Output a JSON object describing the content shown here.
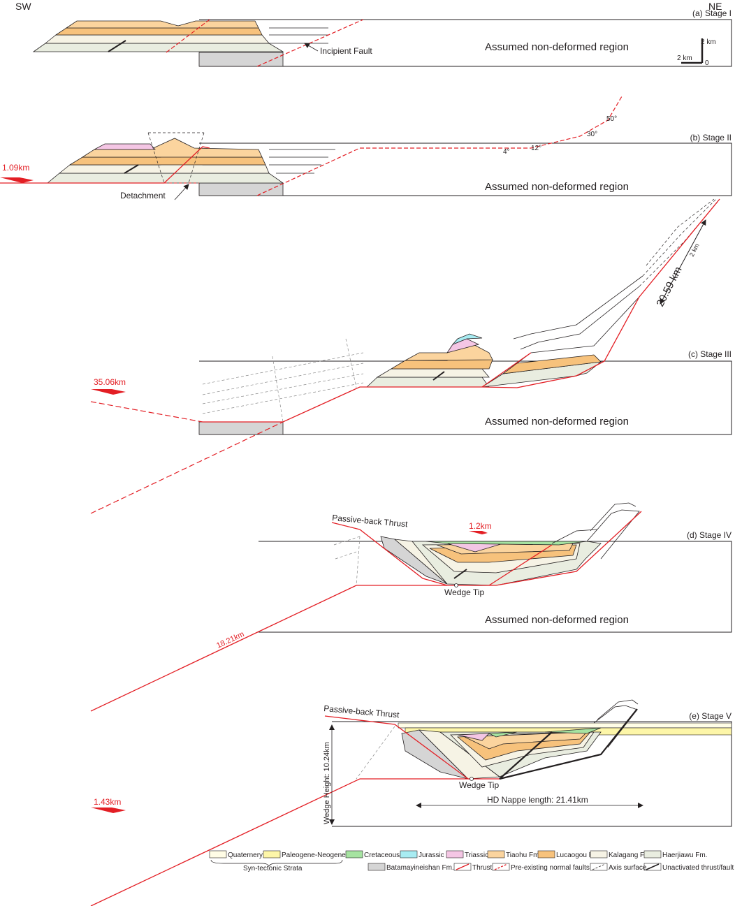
{
  "header": {
    "left": "SW",
    "right": "NE"
  },
  "stages": [
    {
      "label": "(a) Stage I",
      "region": "Assumed non-deformed region",
      "annotation": "Incipient Fault"
    },
    {
      "label": "(b) Stage II",
      "region": "Assumed non-deformed region",
      "annotation": "Detachment",
      "shortening": "1.09km",
      "angles": [
        "4°",
        "12°",
        "30°",
        "50°"
      ]
    },
    {
      "label": "(c) Stage III",
      "region": "Assumed non-deformed region",
      "shortening": "35.06km",
      "slip": "20.59 km",
      "scale": "2 km"
    },
    {
      "label": "(d) Stage IV",
      "region": "Assumed non-deformed region",
      "annotation": "Passive-back Thrust",
      "tip": "Wedge Tip",
      "shortening": "1.2km",
      "slip": "18.21km"
    },
    {
      "label": "(e) Stage V",
      "annotation": "Passive-back Thrust",
      "tip": "Wedge Tip",
      "height": "Wedge Height: 10.24km",
      "nappe": "HD Nappe length: 21.41km",
      "shortening": "1.43km"
    }
  ],
  "scalebar": {
    "vertical": "2 km",
    "horizontal": "2 km",
    "origin": "0"
  },
  "legend": {
    "row1": [
      {
        "label": "Quaternery",
        "color": "#fffde6"
      },
      {
        "label": "Paleogene-Neogene",
        "color": "#fdf6a8"
      },
      {
        "label": "Cretaceous",
        "color": "#a6e3a1"
      },
      {
        "label": "Jurassic",
        "color": "#a8ecf2"
      },
      {
        "label": "Triassic",
        "color": "#f4c6e4"
      },
      {
        "label": "Tiaohu Fm.",
        "color": "#fbd49e"
      },
      {
        "label": "Lucaogou Fm.",
        "color": "#f7c27c"
      },
      {
        "label": "Kalagang Fm.",
        "color": "#f6f3e5"
      },
      {
        "label": "Haerjiawu Fm.",
        "color": "#e9ede0"
      }
    ],
    "syn": "Syn-tectonic Strata",
    "row2": [
      {
        "label": "Batamayineishan Fm.",
        "color": "#d5d5d5"
      },
      {
        "label": "Thrust"
      },
      {
        "label": "Pre-existing normal faults"
      },
      {
        "label": "Axis surface"
      },
      {
        "label": "Unactivated thrust/fault"
      }
    ]
  },
  "colors": {
    "fault": "#e31e24",
    "line": "#231f20"
  }
}
